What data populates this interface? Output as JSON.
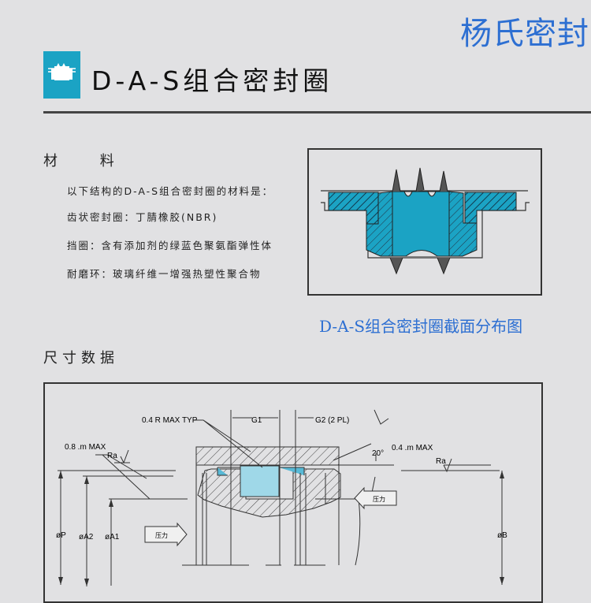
{
  "brand": "杨氏密封",
  "header": {
    "title": "D-A-S组合密封圈",
    "logo": "seal-logo-icon"
  },
  "materials": {
    "heading": "材 料",
    "intro": "以下结构的D-A-S组合密封圈的材料是：",
    "items": [
      "齿状密封圈：丁腈橡胶(NBR)",
      "挡圈：含有添加剂的绿蓝色聚氨酯弹性体",
      "耐磨环：玻璃纤维一增强热塑性聚合物"
    ]
  },
  "cross_section": {
    "caption": "D-A-S组合密封圈截面分布图"
  },
  "dimensions": {
    "heading": "尺寸数据",
    "labels": {
      "radius": "0.4 R MAX TYP",
      "g1": "G1",
      "g2": "G2 (2 PL)",
      "rough_left": "0.8 .m MAX",
      "ra_left": "Ra",
      "angle": "20°",
      "rough_right": "0.4 .m MAX",
      "ra_right": "Ra",
      "dia_p": "øP",
      "dia_a2": "øA2",
      "dia_a1": "øA1",
      "dia_b": "øB",
      "pressure_left": "压力",
      "pressure_right": "压力"
    }
  },
  "colors": {
    "brand": "#2d6fd2",
    "logo": "#1ba3c4",
    "seal": "#1ba3c4",
    "seal_light": "#8fd3e4"
  }
}
